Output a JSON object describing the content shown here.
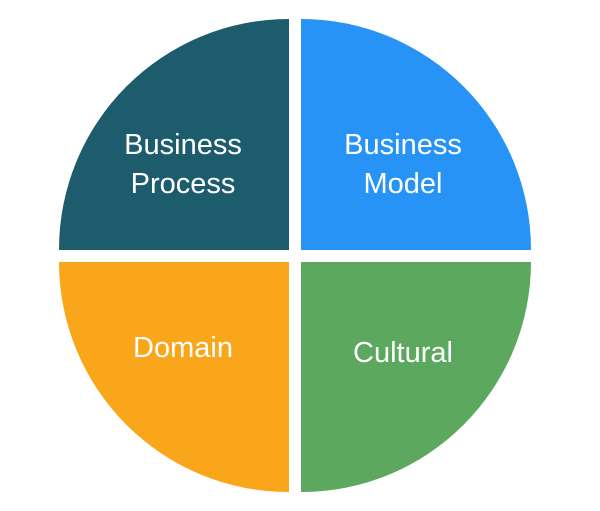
{
  "diagram": {
    "type": "quadrant-circle",
    "background_color": "#ffffff",
    "text_color": "#ffffff",
    "quadrants": [
      {
        "position": "top-left",
        "label": "Business Process",
        "color": "#1d5c6d"
      },
      {
        "position": "top-right",
        "label": "Business Model",
        "color": "#2793f6"
      },
      {
        "position": "bottom-left",
        "label": "Domain",
        "color": "#faa61a"
      },
      {
        "position": "bottom-right",
        "label": "Cultural",
        "color": "#5ca85f"
      }
    ]
  }
}
